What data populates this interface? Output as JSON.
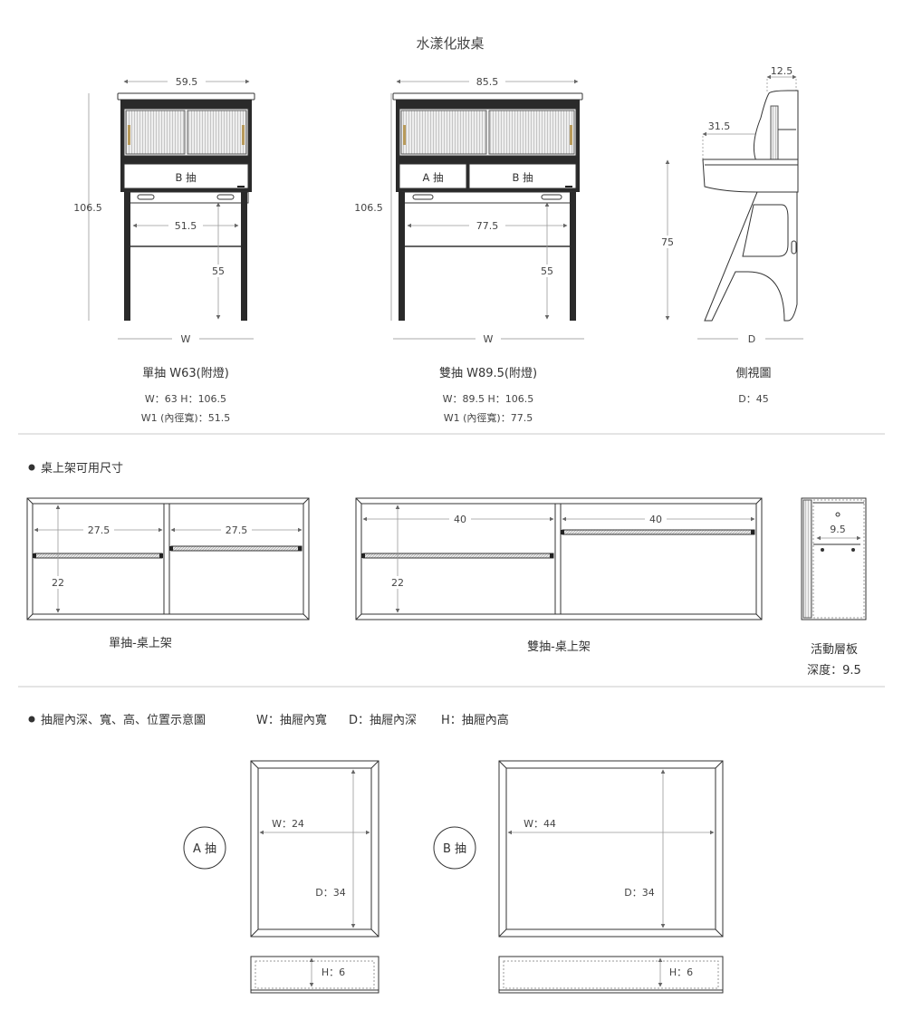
{
  "title": "水漾化妝桌",
  "single": {
    "w_top": "59.5",
    "h_total": "106.5",
    "inner_w": "51.5",
    "leg_h": "55",
    "drawer": "B 抽",
    "w_axis": "W",
    "name": "單抽 W63(附燈)",
    "line1": "W：63  H：106.5",
    "line2": "W1 (內徑寬)：51.5"
  },
  "double": {
    "w_top": "85.5",
    "h_total": "106.5",
    "inner_w": "77.5",
    "leg_h": "55",
    "drawer_a": "A 抽",
    "drawer_b": "B 抽",
    "w_axis": "W",
    "name": "雙抽 W89.5(附燈)",
    "line1": "W：89.5  H：106.5",
    "line2": "W1 (內徑寬)：77.5"
  },
  "side": {
    "top_d": "12.5",
    "shelf_d": "31.5",
    "desk_h": "75",
    "d_axis": "D",
    "name": "側視圖",
    "line1": "D：45"
  },
  "shelf_section": {
    "header": "桌上架可用尺寸",
    "single": {
      "w1": "27.5",
      "w2": "27.5",
      "h": "22",
      "caption": "單抽-桌上架"
    },
    "double": {
      "w1": "40",
      "w2": "40",
      "h": "22",
      "caption": "雙抽-桌上架"
    },
    "side": {
      "d": "9.5",
      "caption1": "活動層板",
      "caption2": "深度：9.5"
    }
  },
  "drawer_section": {
    "header": "抽屜內深、寬、高、位置示意圖",
    "legend_w": "W：抽屜內寬",
    "legend_d": "D：抽屜內深",
    "legend_h": "H：抽屜內高",
    "a": {
      "label": "A 抽",
      "w": "W：24",
      "d": "D：34",
      "h": "H：6"
    },
    "b": {
      "label": "B 抽",
      "w": "W：44",
      "d": "D：34",
      "h": "H：6"
    }
  }
}
